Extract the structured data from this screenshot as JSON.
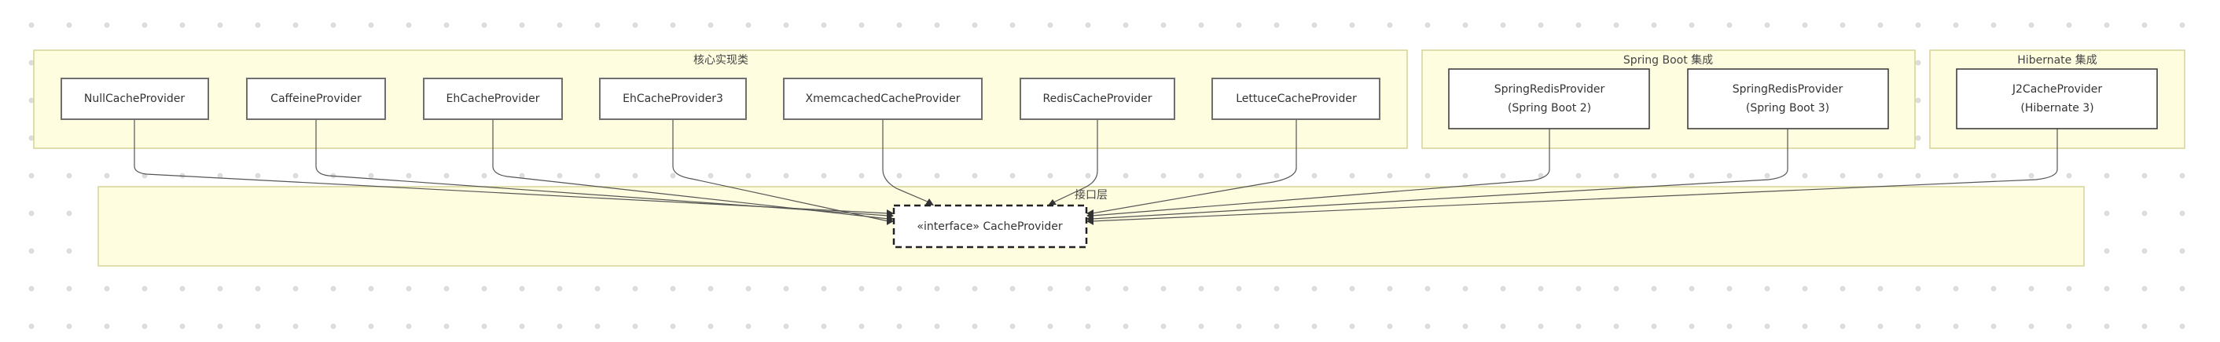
{
  "diagram": {
    "groups": [
      {
        "id": "core",
        "title": "核心实现类"
      },
      {
        "id": "spring",
        "title": "Spring Boot 集成"
      },
      {
        "id": "hibernate",
        "title": "Hibernate 集成"
      },
      {
        "id": "iface",
        "title": "接口层"
      }
    ],
    "nodes": [
      {
        "id": "null",
        "group": "core",
        "lines": [
          "NullCacheProvider"
        ]
      },
      {
        "id": "caffeine",
        "group": "core",
        "lines": [
          "CaffeineProvider"
        ]
      },
      {
        "id": "ehcache",
        "group": "core",
        "lines": [
          "EhCacheProvider"
        ]
      },
      {
        "id": "ehcache3",
        "group": "core",
        "lines": [
          "EhCacheProvider3"
        ]
      },
      {
        "id": "xmemcached",
        "group": "core",
        "lines": [
          "XmemcachedCacheProvider"
        ]
      },
      {
        "id": "redis",
        "group": "core",
        "lines": [
          "RedisCacheProvider"
        ]
      },
      {
        "id": "lettuce",
        "group": "core",
        "lines": [
          "LettuceCacheProvider"
        ]
      },
      {
        "id": "springredis2",
        "group": "spring",
        "lines": [
          "SpringRedisProvider",
          "(Spring Boot 2)"
        ]
      },
      {
        "id": "springredis3",
        "group": "spring",
        "lines": [
          "SpringRedisProvider",
          "(Spring Boot 3)"
        ]
      },
      {
        "id": "j2cache",
        "group": "hibernate",
        "lines": [
          "J2CacheProvider",
          "(Hibernate 3)"
        ]
      },
      {
        "id": "cacheprovider",
        "group": "iface",
        "stereotype": "«interface»",
        "lines": [
          "«interface» CacheProvider"
        ]
      }
    ],
    "edges": [
      {
        "from": "null",
        "to": "cacheprovider",
        "type": "implements"
      },
      {
        "from": "caffeine",
        "to": "cacheprovider",
        "type": "implements"
      },
      {
        "from": "ehcache",
        "to": "cacheprovider",
        "type": "implements"
      },
      {
        "from": "ehcache3",
        "to": "cacheprovider",
        "type": "implements"
      },
      {
        "from": "xmemcached",
        "to": "cacheprovider",
        "type": "implements"
      },
      {
        "from": "redis",
        "to": "cacheprovider",
        "type": "implements"
      },
      {
        "from": "lettuce",
        "to": "cacheprovider",
        "type": "implements"
      },
      {
        "from": "springredis2",
        "to": "cacheprovider",
        "type": "implements"
      },
      {
        "from": "springredis3",
        "to": "cacheprovider",
        "type": "implements"
      },
      {
        "from": "j2cache",
        "to": "cacheprovider",
        "type": "implements"
      }
    ],
    "colors": {
      "group_fill": "#fffde0",
      "group_border": "#d6d396",
      "background_dot": "#dddddd"
    }
  }
}
